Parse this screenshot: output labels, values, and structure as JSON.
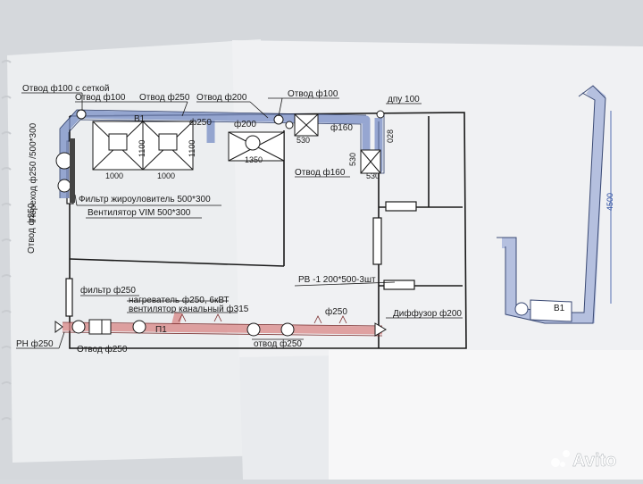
{
  "labels": {
    "otvod_f100_setka": "Отвод ф100 с сеткой",
    "otvod_f100_a": "Отвод ф100",
    "otvod_f250_top": "Отвод ф250",
    "otvod_f200": "Отвод ф200",
    "otvod_f100_b": "Отвод ф100",
    "dpu_100": "дпу 100",
    "v1": "В1",
    "f250_top": "ф250",
    "f200_top": "ф200",
    "f160": "ф160",
    "dim_1100_a": "1100",
    "dim_1100_b": "1100",
    "dim_1000_a": "1000",
    "dim_1000_b": "1000",
    "dim_1350": "1350",
    "dim_530_a": "530",
    "dim_530_b": "530",
    "dim_530_c": "530",
    "dim_028": "028",
    "otvod_f160": "Отвод ф160",
    "perehod": "Переход ф250 /500*300",
    "otvod_f250_left": "Отвод ф250",
    "filtr_zhir": "Фильтр жироуловитель 500*300",
    "ventilator_vim": "Вентилятор VIM 500*300",
    "filtr_f250": "фильтр ф250",
    "nagrevatel": "нагреватель ф250, 6кВТ",
    "ventilator_kanal": "вентилятор канальный ф315",
    "p1": "П1",
    "rn_f250": "РН ф250",
    "otvod_f250_bottom_a": "Отвод ф250",
    "otvod_f250_bottom_b": "отвод ф250",
    "rv": "РВ -1 200*500-3шт",
    "f250_bottom": "ф250",
    "diffuzor": "Диффузор ф200",
    "dim_4500": "4500",
    "v1_side": "В1"
  },
  "watermark": "Avito",
  "colors": {
    "line": "#1a1a1a",
    "exhaust_duct": "#7f93c8",
    "supply_duct": "#d98585",
    "dimension_text": "#2d4fa3",
    "paper": "#f1f2f3",
    "backdrop": "#d5d8dc"
  }
}
